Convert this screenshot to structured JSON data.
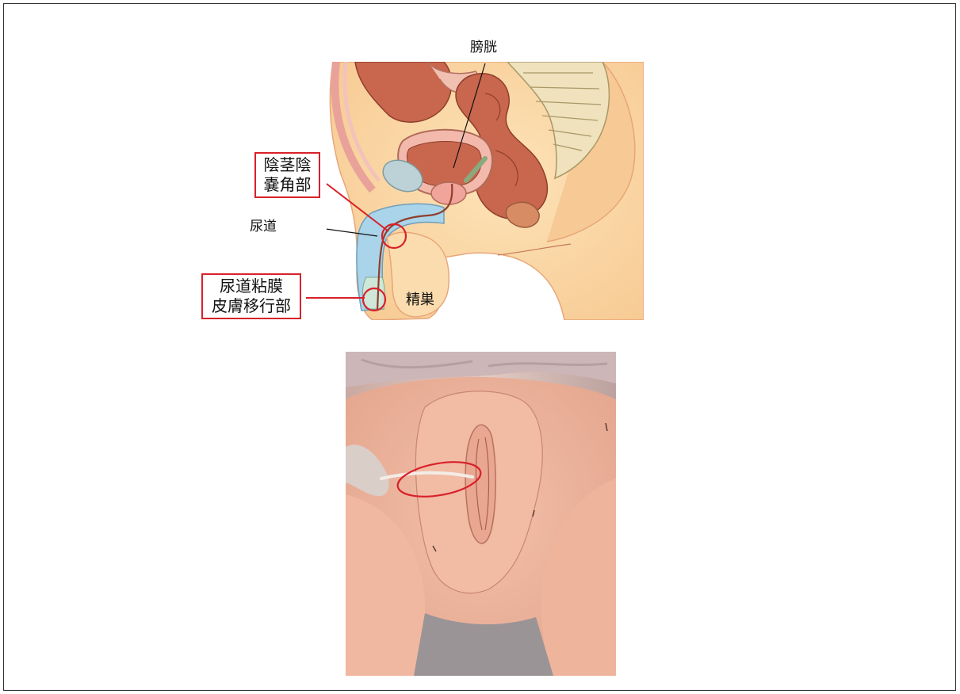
{
  "labels": {
    "bladder": "膀胱",
    "urethra": "尿道",
    "testis": "精巣",
    "penoscrotal_line1": "陰茎陰",
    "penoscrotal_line2": "嚢角部",
    "mucocutaneous_line1": "尿道粘膜",
    "mucocutaneous_line2": "皮膚移行部"
  },
  "colors": {
    "highlight": "#d8212a",
    "skin": "#fbd6a2",
    "organ": "#c8664e",
    "urethra": "#a9d4ea"
  }
}
